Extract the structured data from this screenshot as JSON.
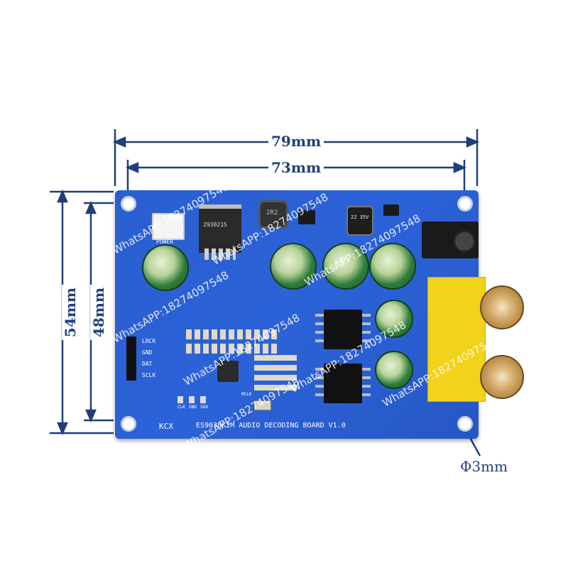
{
  "dimensions": {
    "outer_width": "79mm",
    "inner_width": "73mm",
    "outer_height": "54mm",
    "inner_height": "48mm",
    "hole_diameter": "Φ3mm"
  },
  "board": {
    "brand": "KCX",
    "title": "ES9038K2M AUDIO DECODING BOARD V1.0",
    "power_label": "POWER",
    "header_labels": [
      "LRCK",
      "GND",
      "DAT",
      "SCLK"
    ],
    "clock_labels": [
      "CLK",
      "GND",
      "SDA"
    ],
    "mclk_label": "MCLK",
    "regulator_text": "2930215",
    "inductor_text": "2R2",
    "cap_text": "22 35V"
  },
  "watermark": "WhatsAPP:18274097548",
  "colors": {
    "board_blue": "#2c62d8",
    "dimension_blue": "#1f3f7a",
    "rca_yellow": "#f2d21a",
    "cap_green": "#2f7d3b"
  }
}
